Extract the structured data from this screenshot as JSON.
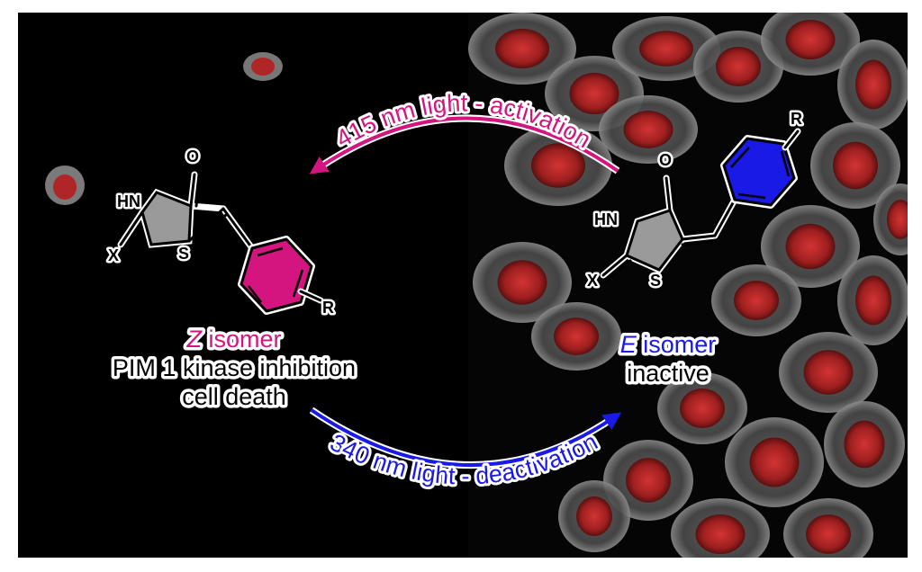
{
  "colors": {
    "magenta": "#d4147f",
    "blue": "#1a1ae6",
    "nucleus": "#c42a2a",
    "cytoskeleton": "#b8b8b8",
    "background": "#000000"
  },
  "arrows": {
    "activation": "415 nm light - activation",
    "deactivation": "340 nm light - deactivation"
  },
  "z_isomer": {
    "name_letter": "Z",
    "name_rest": " isomer",
    "line2": "PIM 1 kinase inhibition",
    "line3": "cell death",
    "atoms": {
      "O": "O",
      "HN": "HN",
      "S": "S",
      "X": "X",
      "R": "R"
    }
  },
  "e_isomer": {
    "name_letter": "E",
    "name_rest": " isomer",
    "line2": "inactive",
    "atoms": {
      "O": "O",
      "HN": "HN",
      "S": "S",
      "X": "X",
      "R": "R"
    }
  }
}
